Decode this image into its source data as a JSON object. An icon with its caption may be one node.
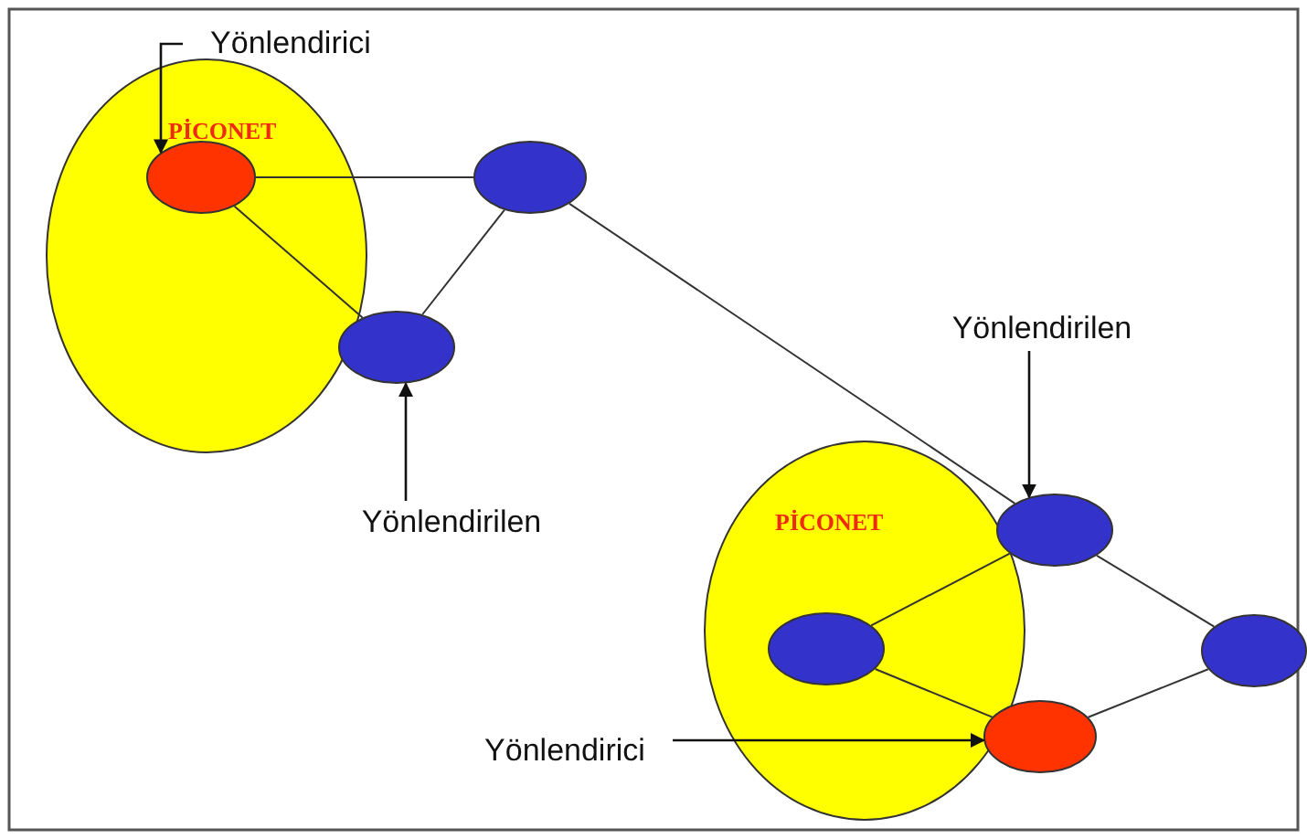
{
  "diagram": {
    "nodes": [
      {
        "text": [
          "PİCONET"
        ]
      },
      {
        "text": [],
        "shape": "ellipse",
        "in": 0
      },
      {
        "text": [],
        "shape": "ellipse"
      },
      {
        "text": [],
        "shape": "ellipse"
      },
      {
        "text": [
          "PİCONET"
        ]
      },
      {
        "text": [],
        "shape": "ellipse"
      },
      {
        "text": [],
        "shape": "ellipse",
        "in": 4
      },
      {
        "text": [],
        "shape": "ellipse"
      },
      {
        "text": [],
        "shape": "ellipse"
      },
      {
        "text": [
          "Yönlendirici"
        ]
      },
      {
        "text": [
          "Yönlendirilen"
        ]
      },
      {
        "text": [
          "Yönlendirilen"
        ]
      },
      {
        "text": [
          "Yönlendirici"
        ]
      }
    ],
    "edges": [
      {
        "from": 1,
        "to": 2,
        "arrow": "none"
      },
      {
        "from": 1,
        "to": 3,
        "arrow": "none"
      },
      {
        "from": 3,
        "to": 2,
        "arrow": "none"
      },
      {
        "from": 2,
        "to": 5,
        "arrow": "none"
      },
      {
        "from": 5,
        "to": 6,
        "arrow": "none"
      },
      {
        "from": 6,
        "to": 7,
        "arrow": "none"
      },
      {
        "from": 7,
        "to": 8,
        "arrow": "none"
      },
      {
        "from": 8,
        "to": 5,
        "arrow": "none"
      },
      {
        "from": 9,
        "to": 1,
        "arrow": "to"
      },
      {
        "from": 10,
        "to": 3,
        "arrow": "to"
      },
      {
        "from": 11,
        "to": 5,
        "arrow": "to"
      },
      {
        "from": 12,
        "to": 7,
        "arrow": "to"
      }
    ]
  }
}
